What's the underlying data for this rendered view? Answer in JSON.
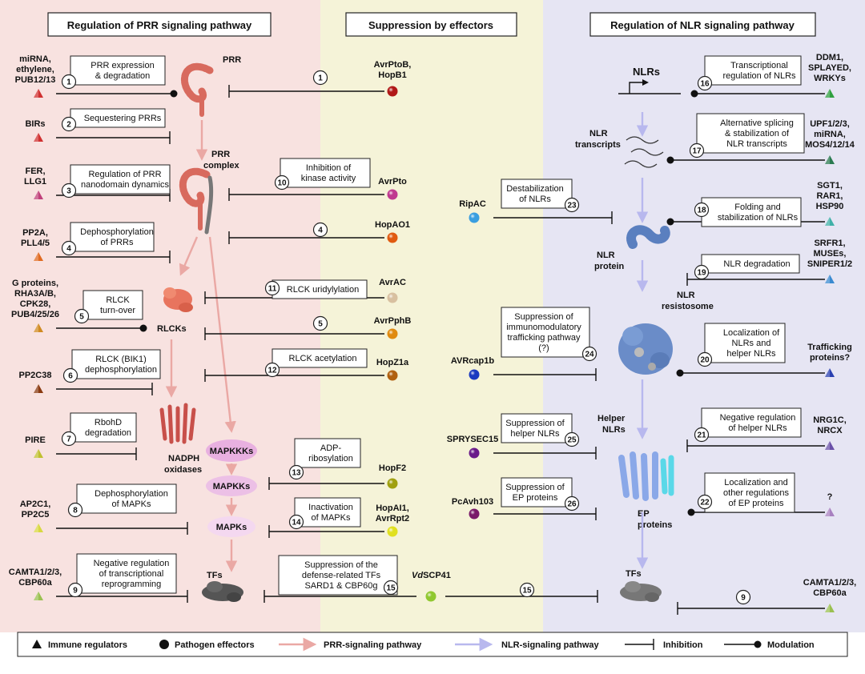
{
  "headers": {
    "left": "Regulation of PRR signaling pathway",
    "middle": "Suppression by effectors",
    "right": "Regulation of NLR signaling pathway"
  },
  "colors": {
    "left_panel": "#f8e2e0",
    "middle_panel": "#f5f3d8",
    "right_panel": "#e6e5f3",
    "prr_arrow": "#eaa8a4",
    "nlr_arrow": "#b8b8ee",
    "prr_protein": "#d86a5e",
    "nlr_protein": "#5a7fbf",
    "tf_protein": "#555555"
  },
  "left_regulators": [
    {
      "lines": [
        "miRNA,",
        "ethylene,",
        "PUB12/13"
      ],
      "color": "#d03030"
    },
    {
      "lines": [
        "BIRs"
      ],
      "color": "#d03030"
    },
    {
      "lines": [
        "FER,",
        "LLG1"
      ],
      "color": "#c0407a"
    },
    {
      "lines": [
        "PP2A,",
        "PLL4/5"
      ],
      "color": "#e06a20"
    },
    {
      "lines": [
        "G proteins,",
        "RHA3A/B,",
        "CPK28,",
        "PUB4/25/26"
      ],
      "color": "#d08a20"
    },
    {
      "lines": [
        "PP2C38"
      ],
      "color": "#8a3a10"
    },
    {
      "lines": [
        "PIRE"
      ],
      "color": "#c0c030"
    },
    {
      "lines": [
        "AP2C1,",
        "PP2C5"
      ],
      "color": "#d8d840"
    },
    {
      "lines": [
        "CAMTA1/2/3,",
        "CBP60a"
      ],
      "color": "#9ac050"
    }
  ],
  "left_boxes": [
    {
      "num": "1",
      "lines": [
        "PRR expression",
        "& degradation"
      ]
    },
    {
      "num": "2",
      "lines": [
        "Sequestering PRRs"
      ]
    },
    {
      "num": "3",
      "lines": [
        "Regulation of PRR",
        "nanodomain dynamics"
      ]
    },
    {
      "num": "4",
      "lines": [
        "Dephosphorylation",
        "of PRRs"
      ]
    },
    {
      "num": "5",
      "lines": [
        "RLCK",
        "turn-over"
      ]
    },
    {
      "num": "6",
      "lines": [
        "RLCK (BIK1)",
        "dephosphorylation"
      ]
    },
    {
      "num": "7",
      "lines": [
        "RbohD",
        "degradation"
      ]
    },
    {
      "num": "8",
      "lines": [
        "Dephosphorylation",
        "of MAPKs"
      ]
    },
    {
      "num": "9",
      "lines": [
        "Negative regulation",
        "of transcriptional",
        "reprogramming"
      ]
    }
  ],
  "prr_labels": {
    "prr": "PRR",
    "complex": [
      "PRR",
      "complex"
    ],
    "rlcks": "RLCKs",
    "nadph": [
      "NADPH",
      "oxidases"
    ],
    "mapkkks": "MAPKKKs",
    "mapkks": "MAPKKs",
    "mapks": "MAPKs",
    "tfs": "TFs"
  },
  "middle_effectors": [
    {
      "lines": [
        "AvrPtoB,",
        "HopB1"
      ],
      "color": "#b01818"
    },
    {
      "lines": [
        "AvrPto"
      ],
      "color": "#c03a90"
    },
    {
      "lines": [
        "HopAO1"
      ],
      "color": "#e05a10"
    },
    {
      "lines": [
        "AvrAC"
      ],
      "color": "#d8c0a0"
    },
    {
      "lines": [
        "AvrPphB"
      ],
      "color": "#e08a10"
    },
    {
      "lines": [
        "HopZ1a"
      ],
      "color": "#b06010"
    },
    {
      "lines": [
        "HopF2"
      ],
      "color": "#a0a010"
    },
    {
      "lines": [
        "HopAI1,",
        "AvrRpt2"
      ],
      "color": "#e0e020"
    },
    {
      "lines": [
        "VdSCP41"
      ],
      "color": "#90c830"
    }
  ],
  "middle_boxes": [
    {
      "num": "1",
      "lines": []
    },
    {
      "num": "10",
      "lines": [
        "Inhibition of",
        "kinase activity"
      ]
    },
    {
      "num": "4",
      "lines": []
    },
    {
      "num": "11",
      "lines": [
        "RLCK uridylylation"
      ]
    },
    {
      "num": "5",
      "lines": []
    },
    {
      "num": "12",
      "lines": [
        "RLCK acetylation"
      ]
    },
    {
      "num": "13",
      "lines": [
        "ADP-",
        "ribosylation"
      ]
    },
    {
      "num": "14",
      "lines": [
        "Inactivation",
        "of MAPKs"
      ]
    },
    {
      "num": "15",
      "lines": [
        "Suppression of the",
        "defense-related TFs",
        "SARD1 & CBP60g"
      ]
    }
  ],
  "vdscp41_prefix": "Vd",
  "vdscp41_suffix": "SCP41",
  "nlr_labels": {
    "nlrs": "NLRs",
    "transcripts": [
      "NLR",
      "transcripts"
    ],
    "protein": [
      "NLR",
      "protein"
    ],
    "resistosome": [
      "NLR",
      "resistosome"
    ],
    "helper": [
      "Helper",
      "NLRs"
    ],
    "ep": [
      "EP",
      "proteins"
    ],
    "tfs": "TFs"
  },
  "right_effectors": [
    {
      "lines": [
        "RipAC"
      ],
      "color": "#3a9ee0"
    },
    {
      "lines": [
        "AVRcap1b"
      ],
      "color": "#1a3ac0"
    },
    {
      "lines": [
        "SPRYSEC15"
      ],
      "color": "#6a1a8a"
    },
    {
      "lines": [
        "PcAvh103"
      ],
      "color": "#7a1a6a"
    }
  ],
  "right_effector_boxes": [
    {
      "num": "23",
      "lines": [
        "Destabilization",
        "of NLRs"
      ]
    },
    {
      "num": "24",
      "lines": [
        "Suppression of",
        "immunomodulatory",
        "trafficking pathway",
        "(?)"
      ]
    },
    {
      "num": "25",
      "lines": [
        "Suppression of",
        "helper NLRs"
      ]
    },
    {
      "num": "26",
      "lines": [
        "Suppression of",
        "EP proteins"
      ]
    }
  ],
  "right_regulators": [
    {
      "lines": [
        "DDM1,",
        "SPLAYED,",
        "WRKYs"
      ],
      "color": "#30a040"
    },
    {
      "lines": [
        "UPF1/2/3,",
        "miRNA,",
        "MOS4/12/14"
      ],
      "color": "#2a7a50"
    },
    {
      "lines": [
        "SGT1,",
        "RAR1,",
        "HSP90"
      ],
      "color": "#40b0a8"
    },
    {
      "lines": [
        "SRFR1,",
        "MUSEs,",
        "SNIPER1/2"
      ],
      "color": "#3a8ad0"
    },
    {
      "lines": [
        "Trafficking",
        "proteins?"
      ],
      "color": "#2a40b0"
    },
    {
      "lines": [
        "NRG1C,",
        "NRCX"
      ],
      "color": "#6a50a8"
    },
    {
      "lines": [
        "?"
      ],
      "color": "#a880c0"
    },
    {
      "lines": [
        "CAMTA1/2/3,",
        "CBP60a"
      ],
      "color": "#9ac050"
    }
  ],
  "right_boxes": [
    {
      "num": "16",
      "lines": [
        "Transcriptional",
        "regulation of NLRs"
      ]
    },
    {
      "num": "17",
      "lines": [
        "Alternative splicing",
        "& stabilization of",
        "NLR transcripts"
      ]
    },
    {
      "num": "18",
      "lines": [
        "Folding and",
        "stabilization of NLRs"
      ]
    },
    {
      "num": "19",
      "lines": [
        "NLR degradation"
      ]
    },
    {
      "num": "20",
      "lines": [
        "Localization of",
        "NLRs and",
        "helper NLRs"
      ]
    },
    {
      "num": "21",
      "lines": [
        "Negative regulation",
        "of helper NLRs"
      ]
    },
    {
      "num": "22",
      "lines": [
        "Localization and",
        "other regulations",
        "of EP proteins"
      ]
    },
    {
      "num": "15",
      "lines": []
    },
    {
      "num": "9",
      "lines": []
    }
  ],
  "legend": {
    "regulators": "Immune regulators",
    "effectors": "Pathogen effectors",
    "prr": "PRR-signaling pathway",
    "nlr": "NLR-signaling pathway",
    "inhibition": "Inhibition",
    "modulation": "Modulation"
  }
}
